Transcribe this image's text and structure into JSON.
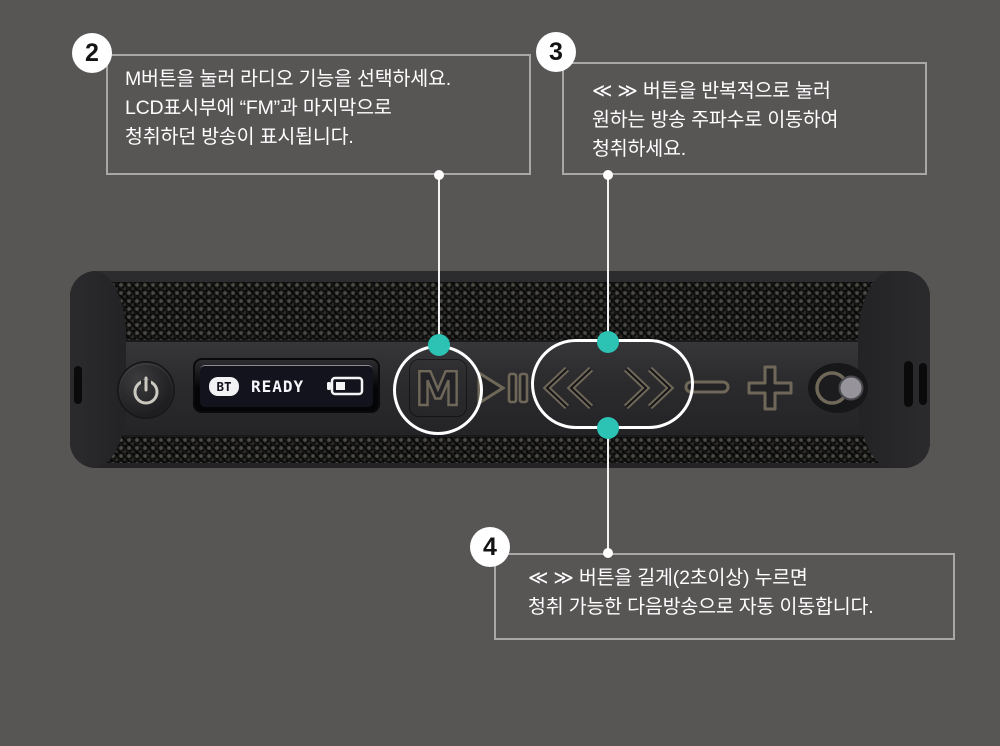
{
  "colors": {
    "background": "#585555",
    "accent_teal": "#2cc2b4",
    "callout_border": "#a8a8a8",
    "callout_text": "#ffffff",
    "number_text": "#141414"
  },
  "callouts": [
    {
      "number": "2",
      "lines": [
        "M버튼을 눌러 라디오 기능을 선택하세요.",
        "LCD표시부에 “FM”과 마지막으로",
        "청취하던 방송이 표시됩니다."
      ]
    },
    {
      "number": "3",
      "lines": [
        "≪ ≫ 버튼을 반복적으로 눌러",
        "원하는 방송 주파수로 이동하여",
        "청취하세요."
      ]
    },
    {
      "number": "4",
      "lines": [
        "≪ ≫  버튼을 길게(2초이상) 누르면",
        "청취 가능한 다음방송으로 자동 이동합니다."
      ]
    }
  ],
  "speaker": {
    "lcd": {
      "badge": "BT",
      "status": "READY",
      "battery_icon": "battery-half"
    },
    "mode_button_label": "M",
    "button_icons": [
      "power-icon",
      "mode-m-icon",
      "play-pause-icon",
      "rewind-double-arrow-icon",
      "fast-forward-double-arrow-icon",
      "volume-minus-icon",
      "volume-plus-icon",
      "pairing-link-icon"
    ]
  }
}
